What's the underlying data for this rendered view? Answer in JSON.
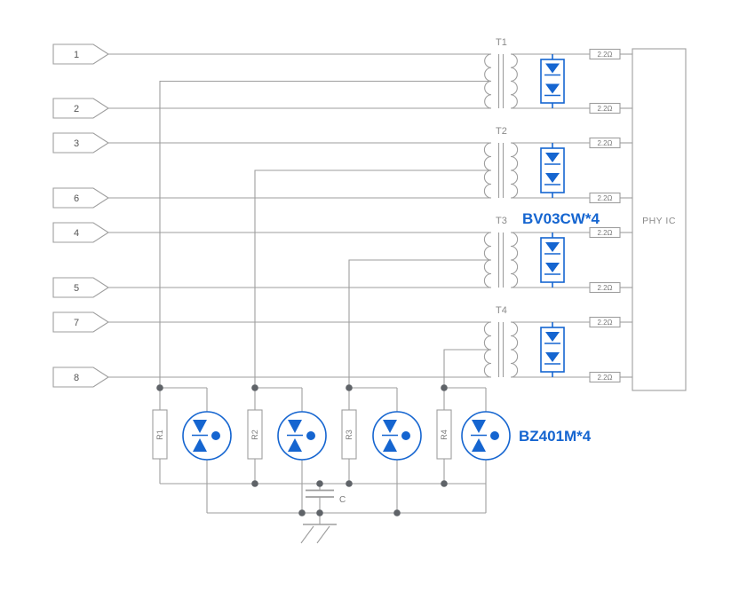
{
  "schematic": {
    "pins": [
      "1",
      "2",
      "3",
      "6",
      "4",
      "5",
      "7",
      "8"
    ],
    "transformers": [
      "T1",
      "T2",
      "T3",
      "T4"
    ],
    "series_resistor_values": [
      "2.2Ω",
      "2.2Ω",
      "2.2Ω",
      "2.2Ω",
      "2.2Ω",
      "2.2Ω",
      "2.2Ω",
      "2.2Ω"
    ],
    "ic_label": "PHY IC",
    "diode_array_annotation": "BV03CW*4",
    "tvs_annotation": "BZ401M*4",
    "bottom_resistors": [
      "R1",
      "R2",
      "R3",
      "R4"
    ],
    "capacitor_label": "C",
    "colors": {
      "wire_gray": "#9e9e9e",
      "component_blue": "#1565d0",
      "junction_gray": "#5f6368",
      "label_gray": "#8a8a8a"
    }
  }
}
